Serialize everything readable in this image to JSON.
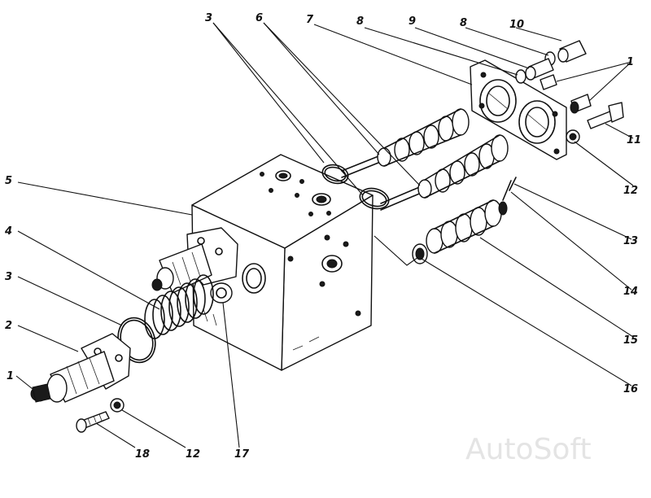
{
  "callouts": {
    "c1_top": "1",
    "c1_left": "1",
    "c2": "2",
    "c3_top": "3",
    "c3_left": "3",
    "c4": "4",
    "c5": "5",
    "c6": "6",
    "c7": "7",
    "c8_a": "8",
    "c8_b": "8",
    "c9": "9",
    "c10": "10",
    "c11": "11",
    "c12_right": "12",
    "c12_bottom": "12",
    "c13": "13",
    "c14": "14",
    "c15": "15",
    "c16": "16",
    "c17": "17",
    "c18": "18"
  },
  "watermark": "AutoSoft"
}
